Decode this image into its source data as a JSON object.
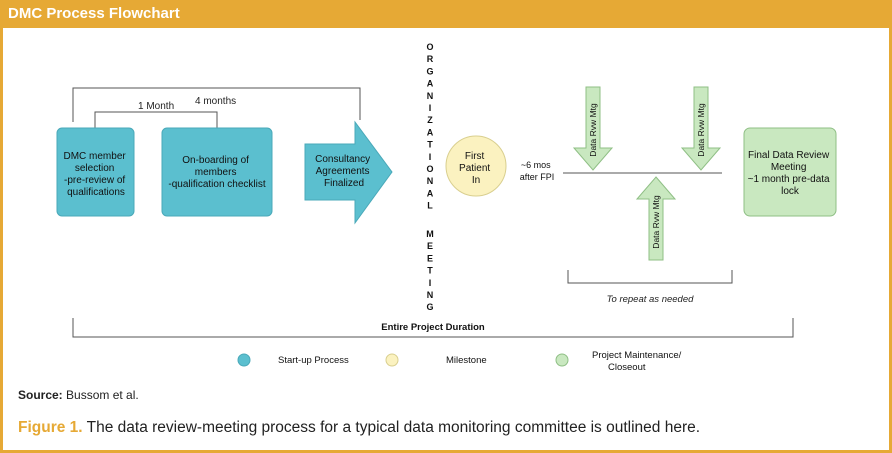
{
  "header": {
    "title": "DMC Process Flowchart"
  },
  "colors": {
    "header": "#e6a935",
    "startup": "#5bbfcf",
    "milestone": "#fbf2c0",
    "maintenance": "#c9e8c0",
    "line": "#555555"
  },
  "nodes": {
    "dmc_member": [
      "DMC member",
      "selection",
      "-pre-review of",
      "qualifications"
    ],
    "onboarding": [
      "On-boarding of",
      "members",
      "-qualification checklist"
    ],
    "consultancy": [
      "Consultancy",
      "Agreements",
      "Finalized"
    ],
    "first_patient": [
      "First",
      "Patient",
      "In"
    ],
    "final_review": [
      "Final Data Review",
      "Meeting",
      "~1 month pre-data",
      "lock"
    ]
  },
  "labels": {
    "one_month": "1 Month",
    "four_months": "4 months",
    "six_mos": [
      "~6 mos",
      "after FPI"
    ],
    "data_rvw": "Data Rvw Mtg",
    "repeat": "To repeat as needed",
    "entire_duration": "Entire Project Duration",
    "org_meeting_top": "ORGANIZATIONAL",
    "org_meeting_bottom": "MEETING"
  },
  "legend": {
    "startup": "Start-up Process",
    "milestone": "Milestone",
    "maintenance": [
      "Project Maintenance/",
      "Closeout"
    ]
  },
  "source": {
    "label": "Source:",
    "text": "Bussom et al."
  },
  "caption": {
    "figure_label": "Figure 1.",
    "text": "The data review-meeting process for a typical data monitoring committee is outlined here."
  }
}
